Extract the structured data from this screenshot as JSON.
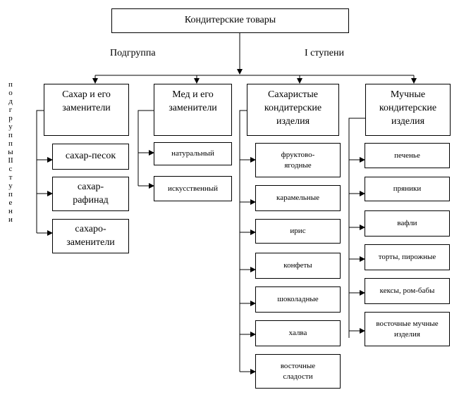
{
  "root": "Кондитерские товары",
  "level1_label_left": "Подгруппа",
  "level1_label_right": "I ступени",
  "level2_label": "подгруппы II ступени",
  "categories": [
    {
      "title": "Сахар и его заменители",
      "items": [
        "сахар-песок",
        "сахар-рафинад",
        "сахаро-заменители"
      ]
    },
    {
      "title": "Мед и его заменители",
      "items": [
        "натуральный",
        "искусственный"
      ]
    },
    {
      "title": "Сахаристые кондитерские изделия",
      "items": [
        "фруктово-ягодные",
        "карамельные",
        "ирис",
        "конфеты",
        "шоколадные",
        "халва",
        "восточные сладости"
      ]
    },
    {
      "title": "Мучные кондитерские изделия",
      "items": [
        "печенье",
        "пряники",
        "вафли",
        "торты, пирожные",
        "кексы, ром-бабы",
        "восточные мучные изделия"
      ]
    }
  ]
}
